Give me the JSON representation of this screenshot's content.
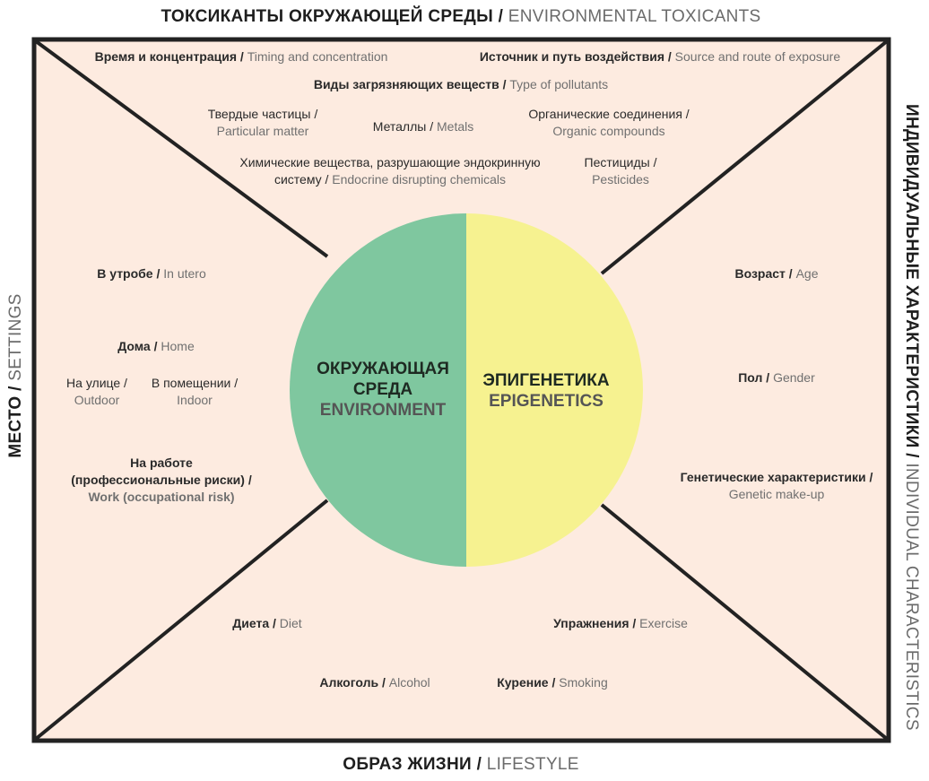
{
  "colors": {
    "background": "#fdebe0",
    "frame": "#222222",
    "environment_half": "#7fc79f",
    "epigenetics_half": "#f6f290"
  },
  "headings": {
    "top": {
      "ru": "ТОКСИКАНТЫ ОКРУЖАЮЩЕЙ СРЕДЫ / ",
      "en": "ENVIRONMENTAL TOXICANTS"
    },
    "bottom": {
      "ru": "ОБРАЗ ЖИЗНИ / ",
      "en": "LIFESTYLE"
    },
    "left": {
      "ru": "МЕСТО / ",
      "en": "SETTINGS"
    },
    "right": {
      "ru": "ИНДИВИДУАЛЬНЫЕ ХАРАКТЕРИСТИКИ / ",
      "en": "INDIVIDUAL CHARACTERISTICS"
    }
  },
  "circle": {
    "left": {
      "ru1": "ОКРУЖАЮЩАЯ",
      "ru2": "СРЕДА",
      "en": "ENVIRONMENT"
    },
    "right": {
      "ru": "ЭПИГЕНЕТИКА",
      "en": "EPIGENETICS"
    }
  },
  "toxicants": {
    "timing": {
      "ru": "Время и концентрация / ",
      "en": "Timing and concentration"
    },
    "source": {
      "ru": "Источник и путь воздействия / ",
      "en": "Source and route of exposure"
    },
    "types": {
      "ru": "Виды загрязняющих веществ / ",
      "en": "Type of pollutants"
    },
    "particulate": {
      "ru": "Твердые частицы /",
      "en": "Particular matter"
    },
    "metals": {
      "ru": "Металлы / ",
      "en": "Metals"
    },
    "organic": {
      "ru": "Органические соединения /",
      "en": "Organic compounds"
    },
    "endocrine": {
      "ru1": "Химические вещества, разрушающие эндокринную",
      "ru2": "систему / ",
      "en": "Endocrine disrupting chemicals"
    },
    "pesticides": {
      "ru": "Пестициды /",
      "en": "Pesticides"
    }
  },
  "settings": {
    "in_utero": {
      "ru": "В утробе / ",
      "en": "In utero"
    },
    "home": {
      "ru": "Дома / ",
      "en": "Home"
    },
    "outdoor": {
      "ru": "На улице /",
      "en": "Outdoor"
    },
    "indoor": {
      "ru": "В помещении /",
      "en": "Indoor"
    },
    "work": {
      "ru1": "На работе",
      "ru2": "(профессиональные риски) /",
      "en": "Work (occupational risk)"
    }
  },
  "individual": {
    "age": {
      "ru": "Возраст / ",
      "en": "Age"
    },
    "gender": {
      "ru": "Пол / ",
      "en": "Gender"
    },
    "genetic": {
      "ru": "Генетические характеристики /",
      "en": "Genetic make-up"
    }
  },
  "lifestyle": {
    "diet": {
      "ru": "Диета / ",
      "en": "Diet"
    },
    "exercise": {
      "ru": "Упражнения / ",
      "en": "Exercise"
    },
    "alcohol": {
      "ru": "Алкоголь / ",
      "en": "Alcohol"
    },
    "smoking": {
      "ru": "Курение / ",
      "en": "Smoking"
    }
  }
}
